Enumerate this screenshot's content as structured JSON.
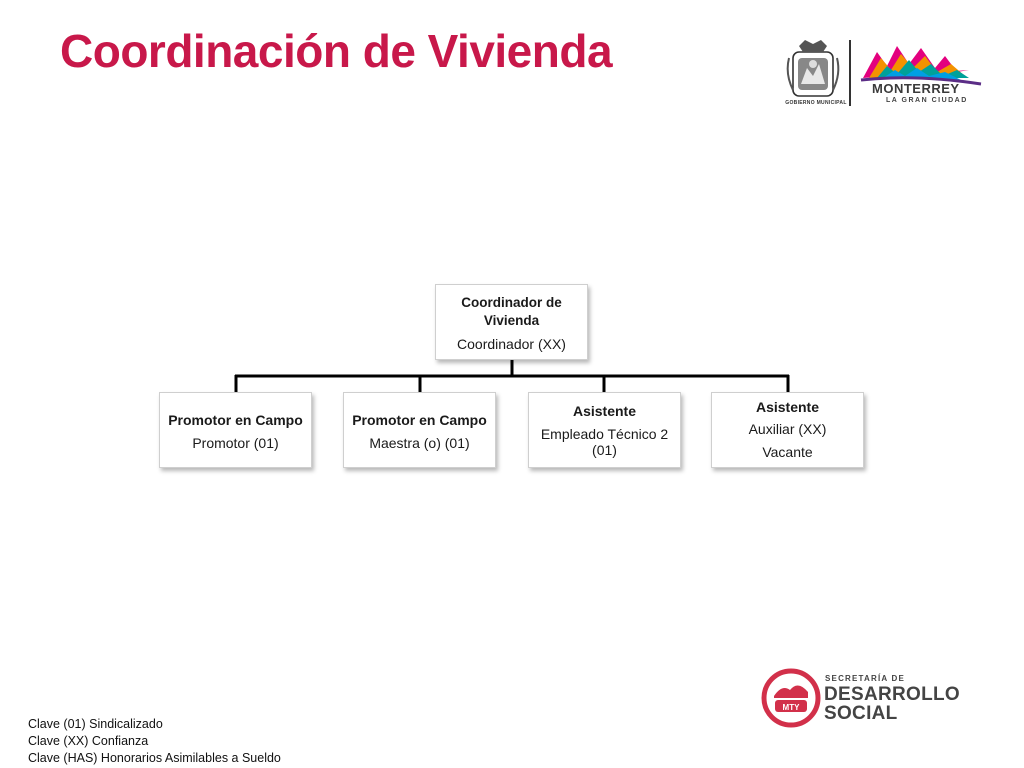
{
  "title": "Coordinación de Vivienda",
  "header_logo": {
    "seal_label": "GOBIERNO MUNICIPAL",
    "city": "MONTERREY",
    "tagline": "LA GRAN CIUDAD"
  },
  "org_chart": {
    "root": {
      "title": "Coordinador de Vivienda",
      "subtitle": "Coordinador (XX)"
    },
    "children": [
      {
        "title": "Promotor en Campo",
        "subtitle": "Promotor (01)"
      },
      {
        "title": "Promotor en Campo",
        "subtitle": "Maestra (o) (01)"
      },
      {
        "title": "Asistente",
        "subtitle": "Empleado Técnico 2 (01)"
      },
      {
        "title": "Asistente",
        "subtitle": "Auxiliar (XX)",
        "status": "Vacante"
      }
    ]
  },
  "legend": [
    "Clave (01) Sindicalizado",
    "Clave (XX) Confianza",
    "Clave (HAS) Honorarios Asimilables a  Sueldo"
  ],
  "footer_logo": {
    "line1": "SECRETARÍA DE",
    "line2": "DESARROLLO",
    "line3": "SOCIAL",
    "badge": "MTY"
  },
  "colors": {
    "title": "#c8184a",
    "connector": "#000000",
    "seal_red": "#d2304a"
  }
}
